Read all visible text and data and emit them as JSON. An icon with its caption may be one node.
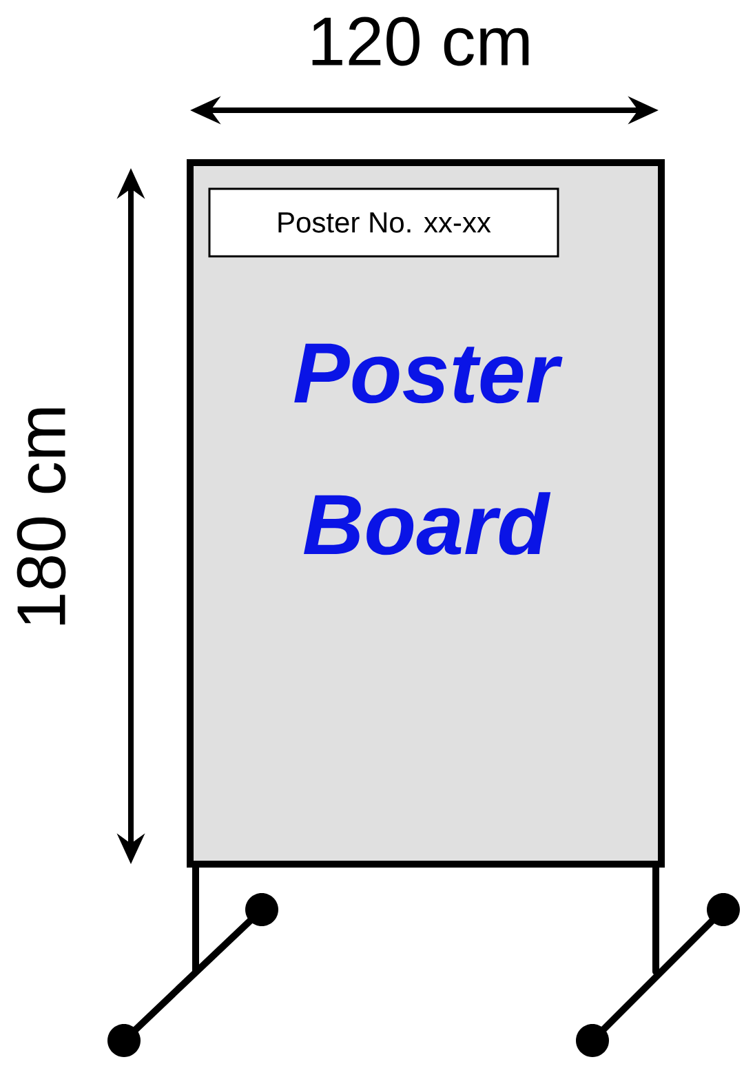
{
  "diagram": {
    "nodes": [
      {
        "text": [
          "Poster Board"
        ]
      },
      {
        "text": [
          "Poster No. xx-xx"
        ],
        "in": 0
      }
    ],
    "edges": [],
    "labels": [
      "120 cm",
      "180 cm"
    ]
  }
}
